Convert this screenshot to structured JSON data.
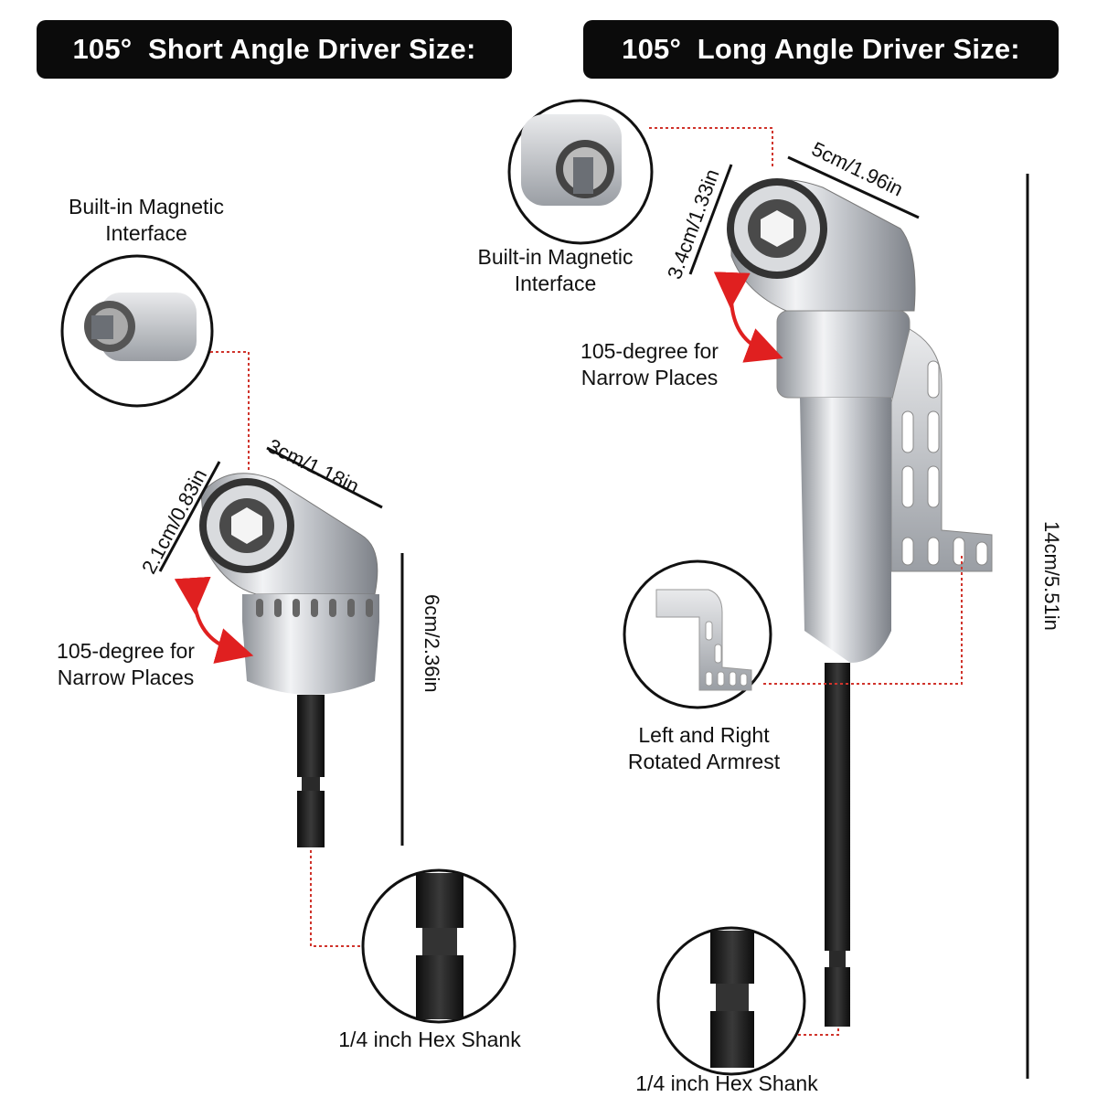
{
  "short_driver": {
    "title": "105°  Short Angle Driver Size:",
    "magnetic_label": [
      "Built-in Magnetic",
      "Interface"
    ],
    "angle_label": [
      "105-degree for",
      "Narrow Places"
    ],
    "dim_width": "3cm/1.18in",
    "dim_depth": "2.1cm/0.83in",
    "dim_height": "6cm/2.36in",
    "shank_label": "1/4 inch Hex Shank"
  },
  "long_driver": {
    "title": "105°  Long Angle Driver Size:",
    "magnetic_label": [
      "Built-in Magnetic",
      "Interface"
    ],
    "angle_label": [
      "105-degree for",
      "Narrow Places"
    ],
    "dim_width": "5cm/1.96in",
    "dim_depth": "3.4cm/1.33in",
    "dim_height": "14cm/5.51in",
    "armrest_label": [
      "Left and Right",
      "Rotated Armrest"
    ],
    "shank_label": "1/4 inch Hex Shank"
  },
  "colors": {
    "banner_bg": "#0b0b0b",
    "callout_dots": "#d0342c",
    "arrow": "#e02020",
    "metal": "#c9ccd1",
    "shank": "#1c1c1c"
  },
  "icons": [
    "magnet-interface-closeup",
    "hex-shank-closeup",
    "armrest-closeup",
    "curved-arrow"
  ]
}
